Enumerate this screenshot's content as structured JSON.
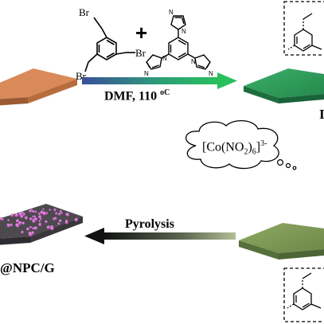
{
  "reaction": {
    "conditions_label": "DMF, 110",
    "conditions_unit": "oC",
    "plus_sign": "+",
    "reagent_a_substituent_1": "Br",
    "reagent_a_substituent_2": "Br",
    "reagent_a_substituent_3": "Br"
  },
  "pyrolysis": {
    "label": "Pyrolysis"
  },
  "anion": {
    "prefix": "[Co(NO",
    "sub_2": "2",
    "mid": ")",
    "sub_6": "6",
    "close": "]",
    "charge": "3-"
  },
  "product_label_partial": "@NPC/G",
  "cut_label_right": "I",
  "colors": {
    "sheet_start": "#d98a58",
    "sheet_green": "#2f9e5c",
    "sheet_olive": "#7f9a55",
    "arrow_top_start": "#3a4f9a",
    "arrow_top_end": "#27c05c",
    "arrow_bottom_start": "#111111",
    "arrow_bottom_end": "#a7b48a",
    "cobalt_dots": "#c25bc0"
  }
}
